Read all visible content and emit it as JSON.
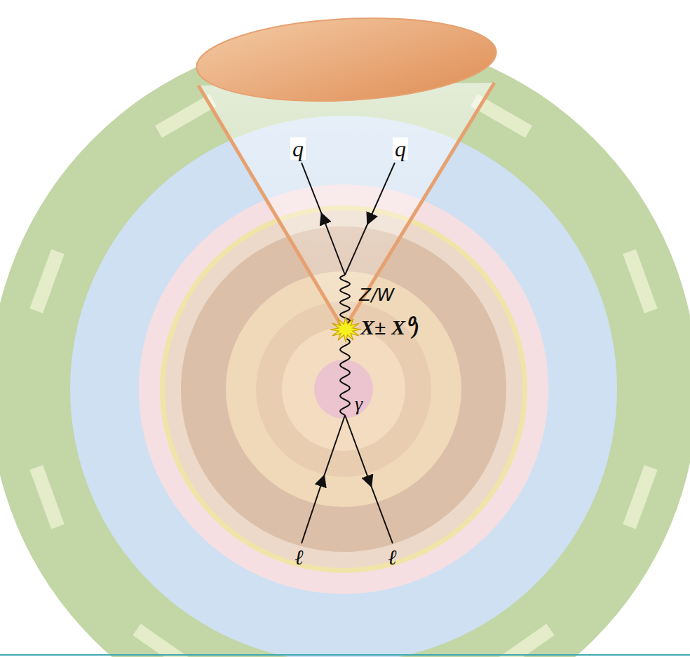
{
  "diagram": {
    "labels": [
      "q",
      "q",
      "Z/W",
      "X± X⁰)",
      "γ",
      "ℓ",
      "ℓ"
    ]
  }
}
